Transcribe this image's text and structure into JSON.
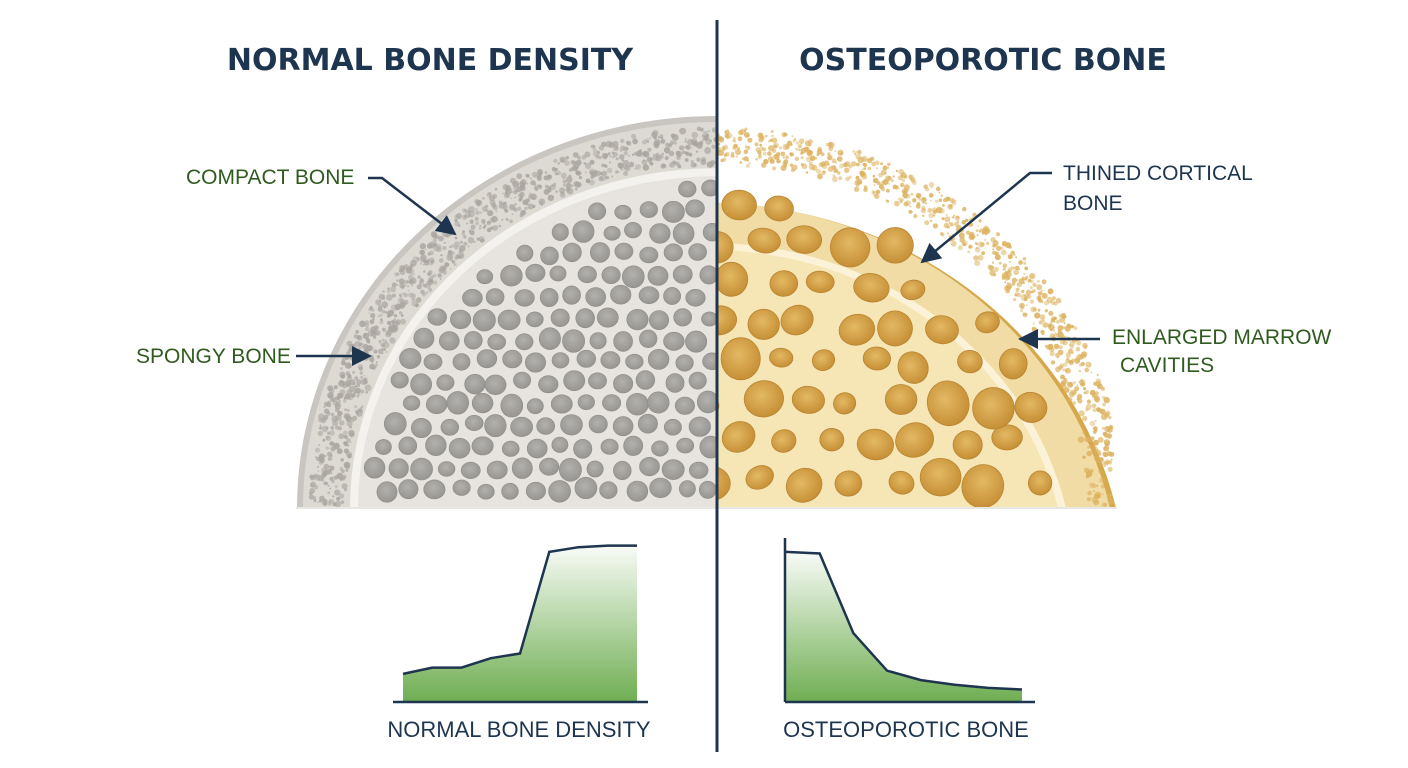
{
  "headings": {
    "left": "NORMAL BONE DENSITY",
    "right": "OSTEOPOROTIC BONE"
  },
  "labels": {
    "compact_bone": "COMPACT BONE",
    "spongy_bone": "SPONGY BONE",
    "thinned_cortical_line1": "THINED CORTICAL",
    "thinned_cortical_line2": "BONE",
    "enlarged_marrow_line1": "ENLARGED MARROW",
    "enlarged_marrow_line2": "CAVITIES"
  },
  "captions": {
    "left_chart": "NORMAL BONE DENSITY",
    "right_chart": "OSTEOPOROTIC BONE"
  },
  "colors": {
    "heading_text": "#1e3550",
    "green_label": "#2f5b1f",
    "navy_label": "#1e3550",
    "divider": "#1e3550",
    "normal_cortex": "#b5b2ad",
    "normal_pore": "#a3a19d",
    "osteo_cortex": "#e6c37a",
    "osteo_pore": "#d6a449",
    "chart_fill": "#7fb566"
  },
  "chart_data": [
    {
      "type": "area",
      "title": "NORMAL BONE DENSITY",
      "xlabel": "",
      "ylabel": "",
      "x": [
        0,
        1,
        2,
        3,
        4,
        5,
        6,
        7,
        8
      ],
      "values": [
        18,
        22,
        22,
        28,
        31,
        96,
        99,
        100,
        100
      ],
      "ylim": [
        0,
        110
      ]
    },
    {
      "type": "area",
      "title": "OSTEOPOROTIC BONE",
      "xlabel": "",
      "ylabel": "",
      "x": [
        0,
        1,
        2,
        3,
        4,
        5,
        6,
        7
      ],
      "values": [
        96,
        95,
        44,
        20,
        14,
        11,
        9,
        8
      ],
      "ylim": [
        0,
        110
      ]
    }
  ]
}
